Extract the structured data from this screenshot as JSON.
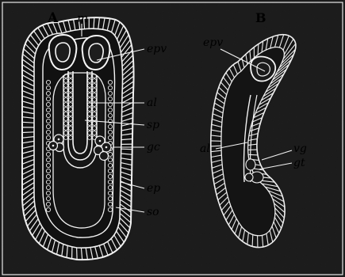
{
  "figure": {
    "panels": {
      "a": "A",
      "b": "B"
    },
    "panel_a_labels": {
      "m": "m",
      "epv": "epv",
      "al": "al",
      "sp": "sp",
      "gc": "gc",
      "ep": "ep",
      "so": "so"
    },
    "panel_b_labels": {
      "epv": "epv",
      "al": "al",
      "vg": "vg",
      "gt": "gt"
    }
  }
}
